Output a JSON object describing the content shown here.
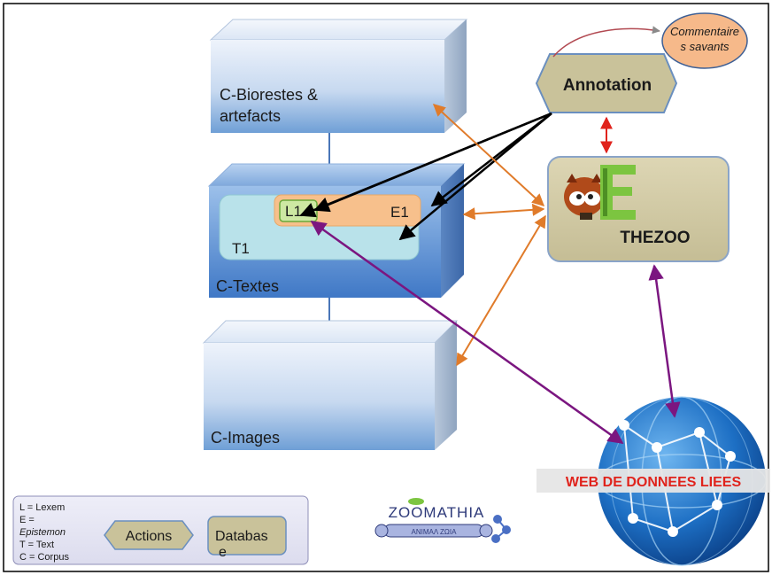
{
  "boxes": {
    "biorestes_line1": "C-Biorestes &",
    "biorestes_line2": "artefacts",
    "textes": "C-Textes",
    "images": "C-Images",
    "t1": "T1",
    "l1": "L1",
    "e1": "E1"
  },
  "annotation": {
    "label": "Annotation"
  },
  "commentaires": {
    "line1": "Commentaire",
    "line2": "s savants"
  },
  "thezoo": {
    "label": "THEZOO"
  },
  "web": {
    "label": "WEB DE DONNEES LIEES"
  },
  "legend": {
    "lines": [
      "L = Lexem",
      "E =",
      "Epistemon",
      "T = Text",
      "C = Corpus"
    ],
    "actions": "Actions",
    "database_line1": "Databas",
    "database_line2": "e"
  },
  "logo": {
    "line1": "ZOOMATHIA",
    "line2": "ΑΝΙΜΑΛ ΖΩΙΑ"
  },
  "colors": {
    "orange_arrow": "#e07b2a",
    "red_arrow": "#e0231c",
    "purple_arrow": "#7b1680",
    "black_arrow": "#000000",
    "annotation_fill": "#c9c29a",
    "commentaires_fill": "#f6b98a",
    "web_label": "#e0231c"
  }
}
